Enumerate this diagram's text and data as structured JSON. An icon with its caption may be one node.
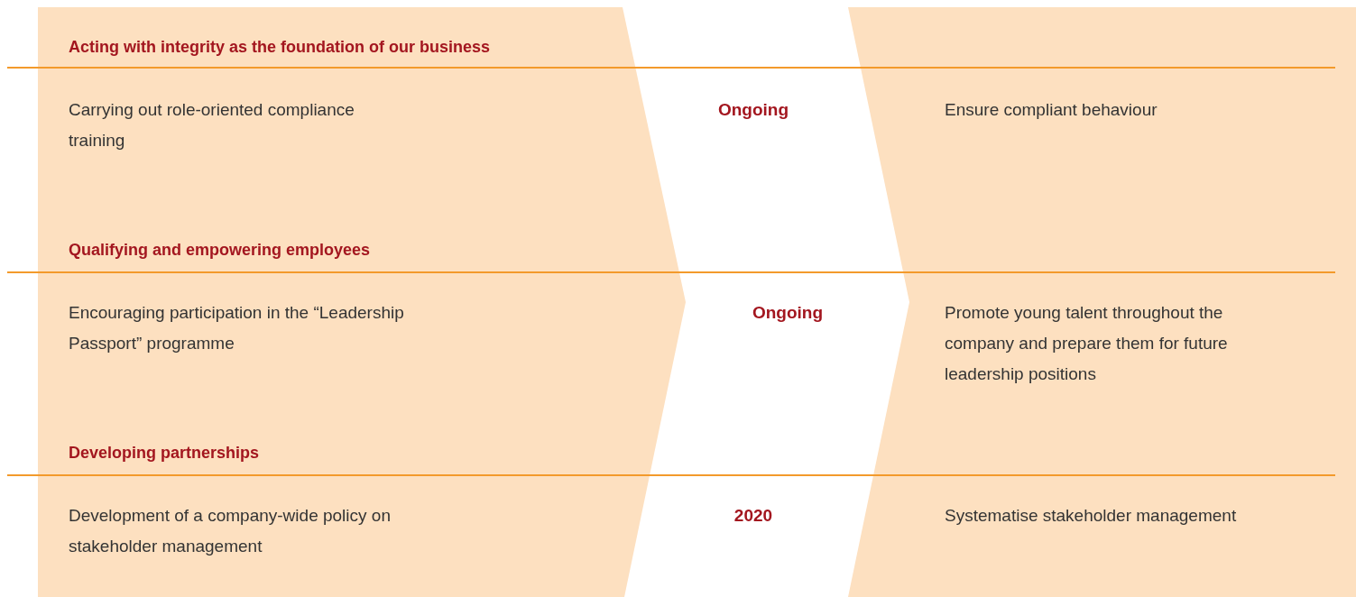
{
  "diagram": {
    "labels": [
      "Acting with integrity as the foundation of our business",
      "Carrying out role-oriented compliance training",
      "Ongoing",
      "Ensure compliant behaviour",
      "Qualifying and empowering employees",
      "Encouraging participation in the “Leadership Passport” programme",
      "Ongoing",
      "Promote young talent throughout the company and prepare them for future leadership positions",
      "Developing partnerships",
      "Development of a company-wide policy on stakeholder management",
      "2020",
      "Systematise stakeholder management"
    ]
  }
}
